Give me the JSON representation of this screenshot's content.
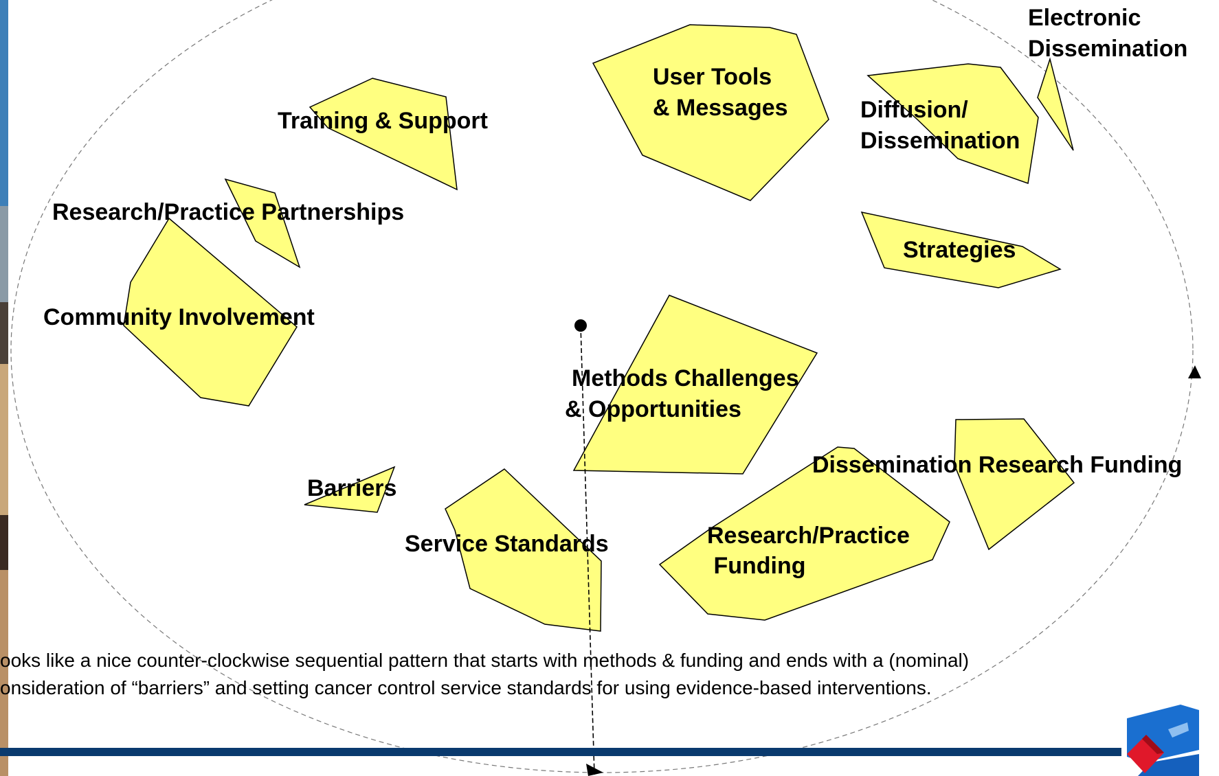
{
  "clusters": [
    {
      "id": "training-support",
      "lines": [
        "Training & Support"
      ]
    },
    {
      "id": "research-practice-partnerships",
      "lines": [
        "Research/Practice Partnerships"
      ]
    },
    {
      "id": "community-involvement",
      "lines": [
        "Community Involvement"
      ]
    },
    {
      "id": "user-tools-messages",
      "lines": [
        "User Tools",
        "& Messages"
      ]
    },
    {
      "id": "diffusion-dissemination",
      "lines": [
        "Diffusion/",
        "Dissemination"
      ]
    },
    {
      "id": "electronic-dissemination",
      "lines": [
        "Electronic",
        "Dissemination"
      ]
    },
    {
      "id": "strategies",
      "lines": [
        "Strategies"
      ]
    },
    {
      "id": "methods-challenges",
      "lines": [
        "Methods Challenges",
        "& Opportunities"
      ]
    },
    {
      "id": "barriers",
      "lines": [
        "Barriers"
      ]
    },
    {
      "id": "service-standards",
      "lines": [
        "Service Standards"
      ]
    },
    {
      "id": "research-practice-funding",
      "lines": [
        "Research/Practice",
        " Funding"
      ]
    },
    {
      "id": "dissemination-research-funding",
      "lines": [
        "Dissemination Research Funding"
      ]
    }
  ],
  "caption": {
    "line1": "ooks like a nice counter-clockwise sequential pattern that starts with methods & funding and ends with a (nominal)",
    "line2": "onsideration of “barriers” and setting cancer control service standards for using evidence-based interventions."
  },
  "colors": {
    "polygon_fill": "#ffff80",
    "polygon_stroke": "#000000",
    "footer_bar": "#0a3a6e",
    "logo_blue": "#1a6fd0",
    "logo_red": "#e0182a"
  },
  "icons": {
    "logo": "logo-icon"
  }
}
